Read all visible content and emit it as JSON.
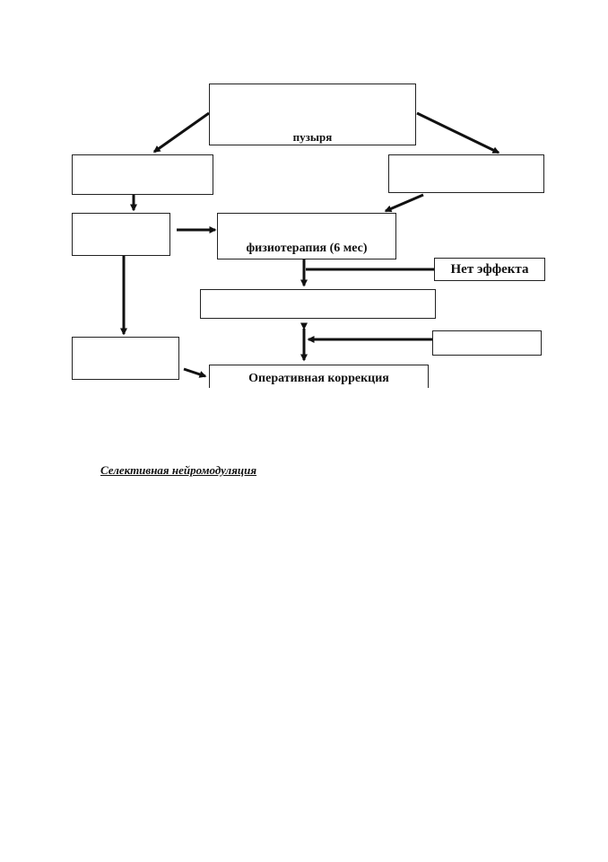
{
  "diagram": {
    "top_box_text": "пузыря",
    "physio_box_text": "физиотерапия (6 мес)",
    "no_effect_box_text": "Нет эффекта",
    "surgery_box_text": "Оперативная коррекция"
  },
  "caption": {
    "text": "Селективная  нейромодуляция"
  }
}
